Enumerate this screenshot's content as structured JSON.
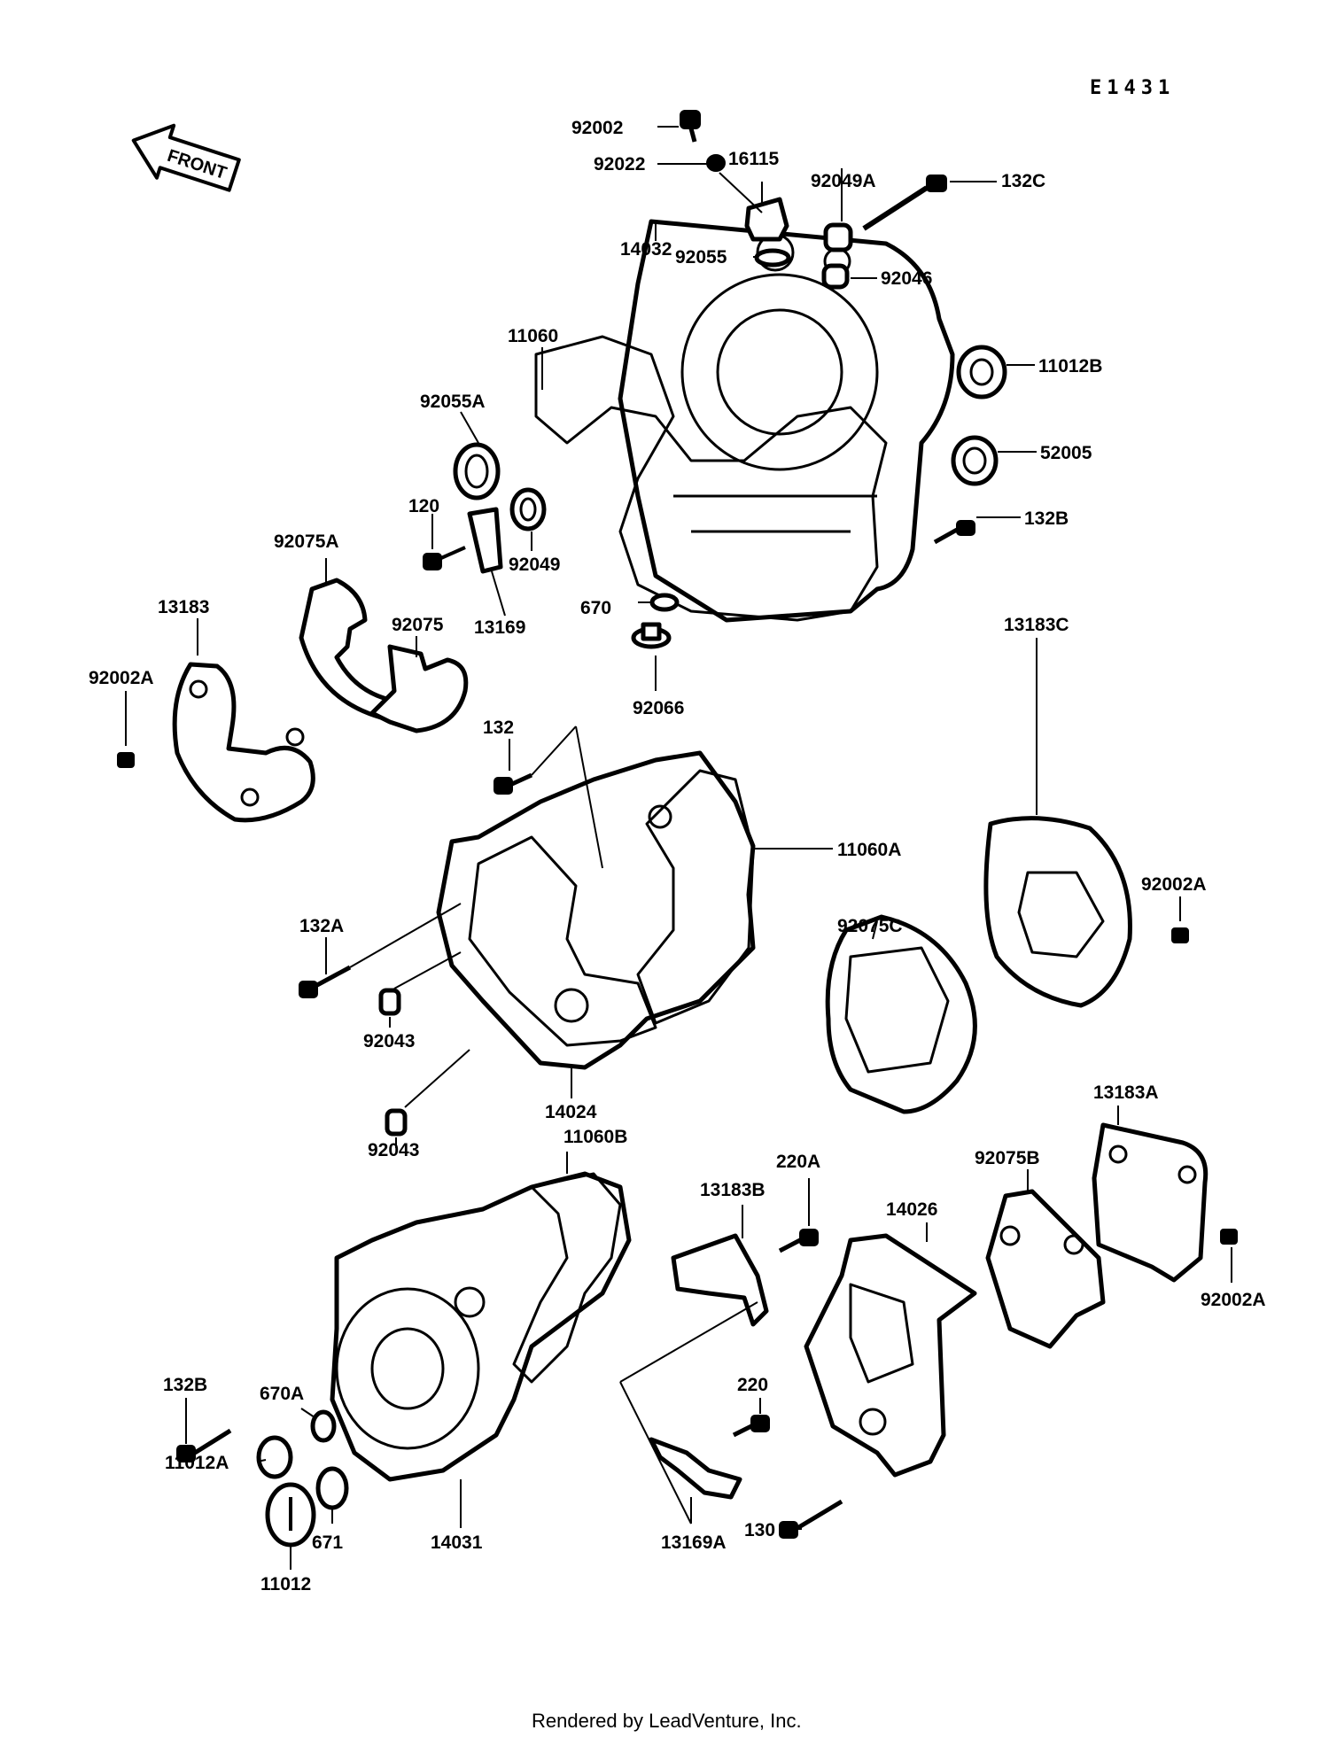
{
  "diagram_code": "E1431",
  "front_label": "FRONT",
  "footer": "Rendered by LeadVenture, Inc.",
  "watermark": "LEADVENTURE",
  "labels": {
    "p92002": "92002",
    "p92022": "92022",
    "p16115": "16115",
    "p92049A": "92049A",
    "p132C": "132C",
    "p14032": "14032",
    "p92055": "92055",
    "p92046": "92046",
    "p11060": "11060",
    "p11012B": "11012B",
    "p92055A": "92055A",
    "p52005": "52005",
    "p120": "120",
    "p132B_top": "132B",
    "p92075A": "92075A",
    "p92049": "92049",
    "p13183": "13183",
    "p13169": "13169",
    "p670": "670",
    "p92075": "92075",
    "p92002A_left": "92002A",
    "p92066": "92066",
    "p132": "132",
    "p13183C": "13183C",
    "p11060A": "11060A",
    "p92002A_right": "92002A",
    "p92075C": "92075C",
    "p132A": "132A",
    "p92043_a": "92043",
    "p14024": "14024",
    "p92043_b": "92043",
    "p11060B": "11060B",
    "p13183A": "13183A",
    "p220A": "220A",
    "p13183B": "13183B",
    "p14026": "14026",
    "p92075B": "92075B",
    "p92002A_low": "92002A",
    "p132B_low": "132B",
    "p670A": "670A",
    "p220": "220",
    "p11012A": "11012A",
    "p130": "130",
    "p671": "671",
    "p11012": "11012",
    "p14031": "14031",
    "p13169A": "13169A"
  }
}
